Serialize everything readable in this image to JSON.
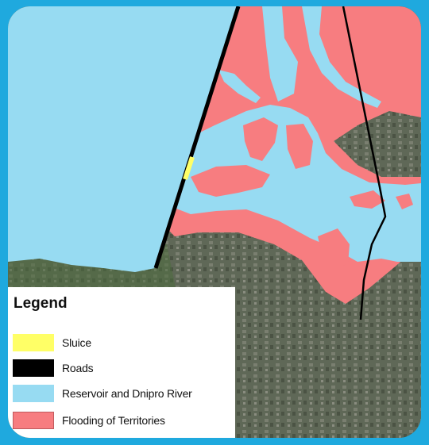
{
  "legend": {
    "title": "Legend",
    "items": [
      {
        "label": "Sluice",
        "color": "#ffff66",
        "icon": "sluice-swatch"
      },
      {
        "label": "Roads",
        "color": "#000000",
        "icon": "roads-swatch"
      },
      {
        "label": "Reservoir and Dnipro River",
        "color": "#97dbf2",
        "icon": "water-swatch"
      },
      {
        "label": "Flooding of Territories",
        "color": "#f77d80",
        "icon": "flood-swatch"
      }
    ]
  },
  "colors": {
    "frame": "#1fa9de",
    "water": "#97dbf2",
    "flood": "#f77d80",
    "sluice": "#ffff66",
    "road": "#000000",
    "terrain": "#55604a"
  }
}
